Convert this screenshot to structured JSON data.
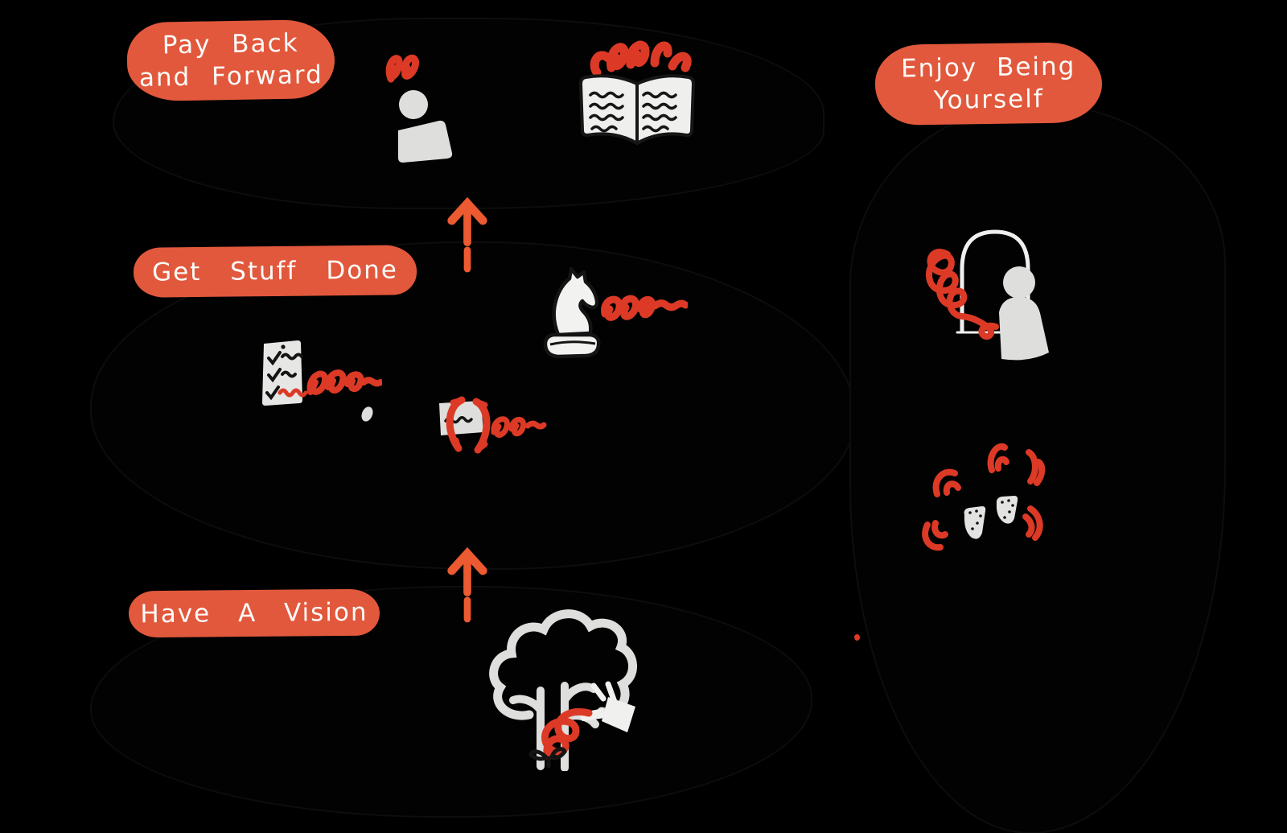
{
  "badges": {
    "pay_back": {
      "line1": "Pay Back",
      "line2": "and Forward"
    },
    "get_stuff_done": {
      "label": "Get Stuff Done"
    },
    "have_a_vision": {
      "label": "Have A Vision"
    },
    "enjoy_being_yourself": {
      "line1": "Enjoy Being",
      "line2": "Yourself"
    }
  },
  "icons": {
    "person": "person-with-spark-doodle",
    "open_book": "open-book-with-sparks-doodle",
    "chess_knight": "chess-knight-doodle",
    "checklist": "checklist-doodle",
    "note_card": "note-with-rotation-arrows-doodle",
    "mirror": "mirror-self-reflection-doodle",
    "celebration": "celebration-hands-doodle",
    "tree": "tree-watering-growth-doodle",
    "arrow_mid": "up-arrow",
    "arrow_bottom": "up-arrow"
  },
  "colors": {
    "background": "#000000",
    "badge_orange": "#E2583C",
    "scribble_red": "#DC3A26",
    "arrow_orange": "#EB5A31",
    "doodle_gray": "#DEDEDC",
    "paper_white": "#EFEFED",
    "ink_black": "#161616",
    "text_white": "#FBFBF9"
  }
}
